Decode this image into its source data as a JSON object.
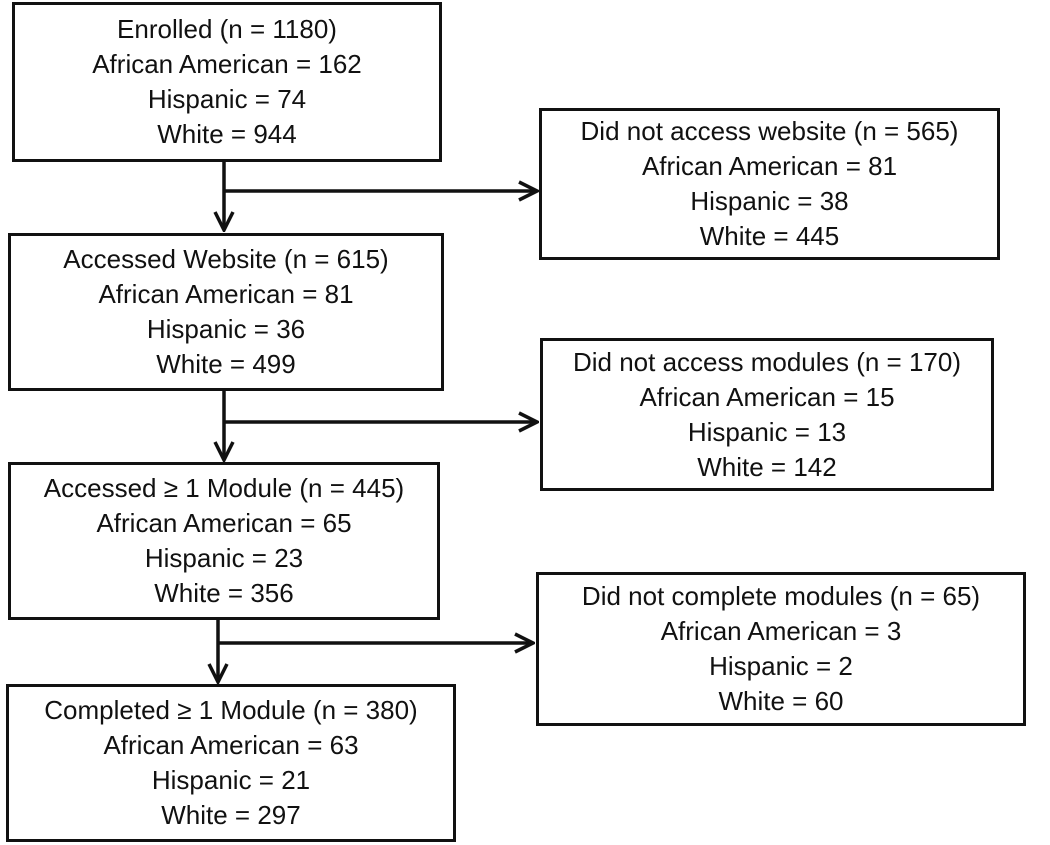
{
  "main_flow": [
    {
      "title": "Enrolled (n = 1180)",
      "lines": [
        "African American = 162",
        "Hispanic = 74",
        "White = 944"
      ]
    },
    {
      "title": "Accessed Website (n = 615)",
      "lines": [
        "African American = 81",
        "Hispanic = 36",
        "White = 499"
      ]
    },
    {
      "title": "Accessed ≥ 1 Module (n = 445)",
      "lines": [
        "African American = 65",
        "Hispanic = 23",
        "White = 356"
      ]
    },
    {
      "title": "Completed ≥ 1 Module (n = 380)",
      "lines": [
        "African American = 63",
        "Hispanic = 21",
        "White = 297"
      ]
    }
  ],
  "exclusions": [
    {
      "title": "Did not access website (n = 565)",
      "lines": [
        "African American = 81",
        "Hispanic = 38",
        "White = 445"
      ]
    },
    {
      "title": "Did not access modules (n = 170)",
      "lines": [
        "African American = 15",
        "Hispanic = 13",
        "White = 142"
      ]
    },
    {
      "title": "Did not complete modules (n = 65)",
      "lines": [
        "African American = 3",
        "Hispanic = 2",
        "White = 60"
      ]
    }
  ]
}
